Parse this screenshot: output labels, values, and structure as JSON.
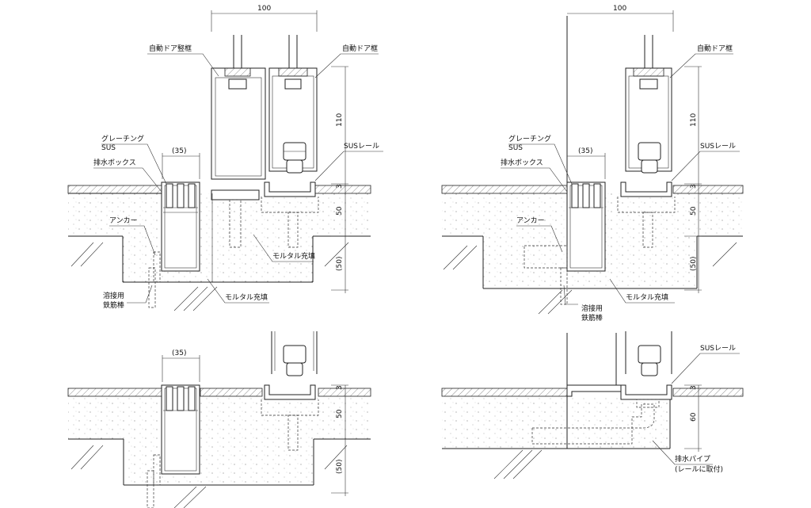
{
  "dims": {
    "width_100": "100",
    "pitch_35": "(35)",
    "height_110": "110",
    "rail_3": "3",
    "depth_50": "50",
    "depth_paren_50": "(50)",
    "depth_60": "60"
  },
  "labels": {
    "door_stile": "自動ドア竪框",
    "door_frame": "自動ドア框",
    "grating": "グレーチング",
    "grating_material": "SUS",
    "drain_box": "排水ボックス",
    "sus_rail": "SUSレール",
    "anchor": "アンカー",
    "mortar_fill": "モルタル充填",
    "weld_line1": "溶接用",
    "weld_line2": "鉄筋棒",
    "drain_pipe": "排水パイプ",
    "drain_pipe_note": "(レールに取付)"
  }
}
